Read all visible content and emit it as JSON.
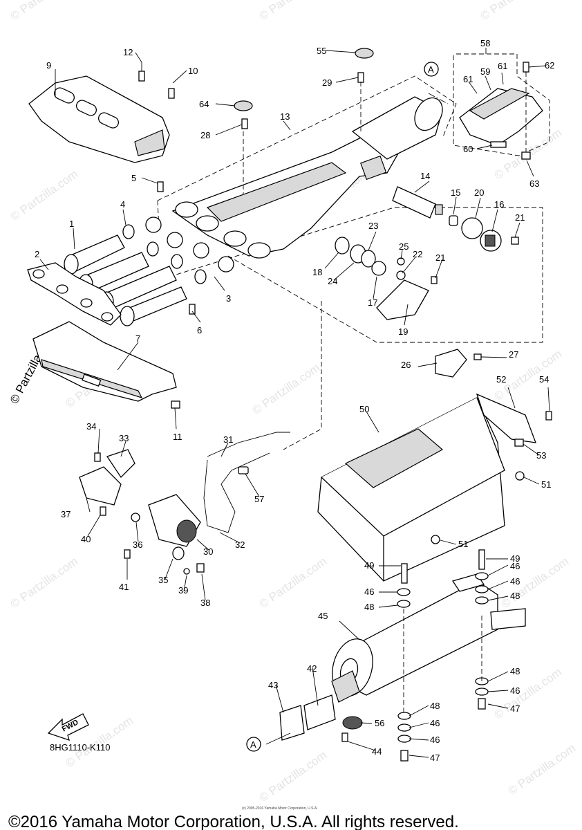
{
  "diagram_code": "8HG1110-K110",
  "fwd_label": "FWD",
  "ref_marker": "A",
  "copyright_footer": "©2016 Yamaha Motor Corporation, U.S.A. All rights reserved.",
  "copyright_small": "(c) 2005-2016 Yamaha Motor Corporation, U.S.A.",
  "watermark_text": "© Partzilla.com",
  "watermark_prominent": "© Partzilla.com",
  "callouts": {
    "p1": "1",
    "p2": "2",
    "p3": "3",
    "p4": "4",
    "p5": "5",
    "p6": "6",
    "p7": "7",
    "p9": "9",
    "p10": "10",
    "p11": "11",
    "p12": "12",
    "p13": "13",
    "p14": "14",
    "p15": "15",
    "p16": "16",
    "p17": "17",
    "p18": "18",
    "p19": "19",
    "p20": "20",
    "p21a": "21",
    "p21b": "21",
    "p22": "22",
    "p23": "23",
    "p24": "24",
    "p25": "25",
    "p26": "26",
    "p27": "27",
    "p28": "28",
    "p29": "29",
    "p30": "30",
    "p31": "31",
    "p32": "32",
    "p33": "33",
    "p34": "34",
    "p35": "35",
    "p36": "36",
    "p37": "37",
    "p38": "38",
    "p39": "39",
    "p40": "40",
    "p41": "41",
    "p42": "42",
    "p43": "43",
    "p44": "44",
    "p45": "45",
    "p46a": "46",
    "p46b": "46",
    "p46c": "46",
    "p46d": "46",
    "p46e": "46",
    "p46f": "46",
    "p47a": "47",
    "p47b": "47",
    "p48a": "48",
    "p48b": "48",
    "p48c": "48",
    "p48d": "48",
    "p49a": "49",
    "p49b": "49",
    "p50": "50",
    "p51a": "51",
    "p51b": "51",
    "p52": "52",
    "p53": "53",
    "p54": "54",
    "p55": "55",
    "p56": "56",
    "p57": "57",
    "p58": "58",
    "p59": "59",
    "p60": "60",
    "p61a": "61",
    "p61b": "61",
    "p62": "62",
    "p63": "63",
    "p64": "64"
  }
}
